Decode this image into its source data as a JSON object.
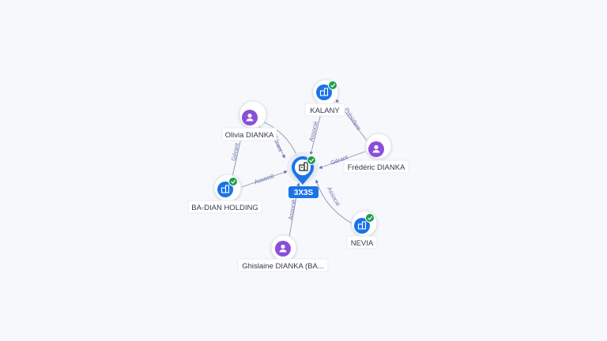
{
  "colors": {
    "company": "#1a73e8",
    "person": "#8a4fd8",
    "verified": "#1e9e4a",
    "edge": "#8b93a7",
    "edge_label": "#6a73b8"
  },
  "center": {
    "label": "3X3S",
    "icon": "building-icon"
  },
  "nodes": [
    {
      "id": "kalany",
      "label": "KALANY",
      "type": "company",
      "verified": true
    },
    {
      "id": "olivia",
      "label": "Olivia DIANKA",
      "type": "person",
      "verified": false
    },
    {
      "id": "frederic",
      "label": "Frédéric DIANKA",
      "type": "person",
      "verified": false
    },
    {
      "id": "badian",
      "label": "BA-DIAN HOLDING",
      "type": "company",
      "verified": true
    },
    {
      "id": "nevia",
      "label": "NEVIA",
      "type": "company",
      "verified": true
    },
    {
      "id": "ghislaine",
      "label": "Ghislaine DIANKA (BA...",
      "type": "person",
      "verified": false
    }
  ],
  "edges": [
    {
      "label": "Associé"
    },
    {
      "label": "Gérant"
    },
    {
      "label": "Gérant"
    },
    {
      "label": "Associé"
    },
    {
      "label": "Associé"
    },
    {
      "label": "Associé"
    },
    {
      "label": "Président"
    },
    {
      "label": "Gérant"
    }
  ]
}
